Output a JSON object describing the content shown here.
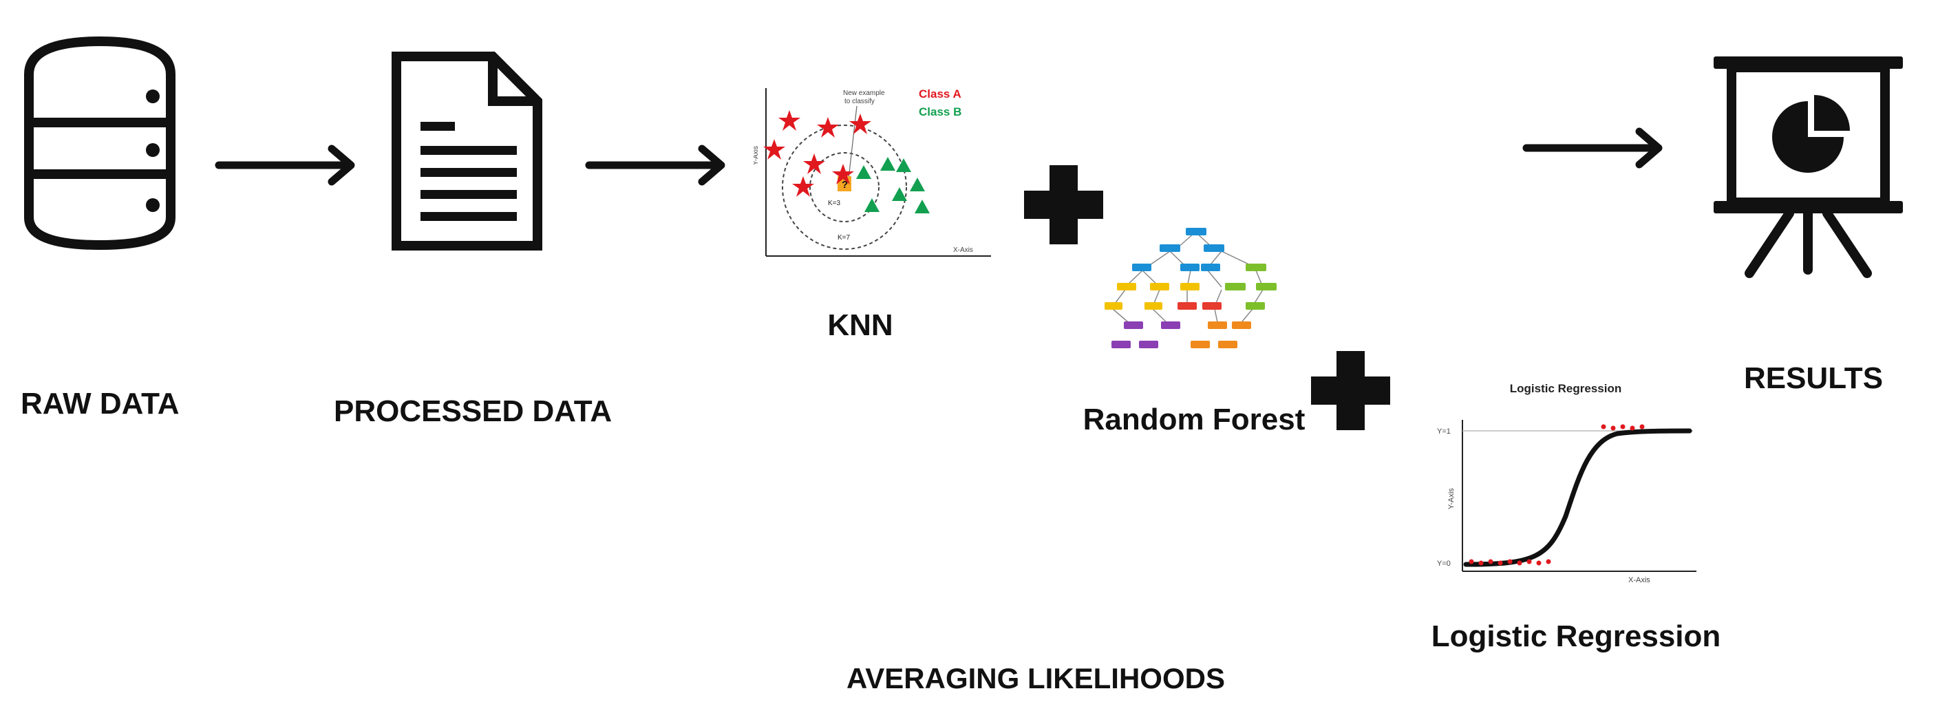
{
  "diagram": {
    "steps": {
      "raw_data": "RAW DATA",
      "processed_data": "PROCESSED DATA",
      "knn": "KNN",
      "random_forest": "Random Forest",
      "logistic_regression": "Logistic Regression",
      "results": "RESULTS"
    },
    "caption": "AVERAGING LIKELIHOODS",
    "knn_plot": {
      "annotation_line1": "New example",
      "annotation_line2": "to classify",
      "class_a": "Class A",
      "class_b": "Class B",
      "k3": "K=3",
      "k7": "K=7",
      "query": "?",
      "y_axis": "Y-Axis",
      "x_axis": "X-Axis"
    },
    "logreg_plot": {
      "title": "Logistic Regression",
      "y1": "Y=1",
      "y0": "Y=0",
      "y_axis": "Y-Axis",
      "x_axis": "X-Axis"
    },
    "colors": {
      "ink": "#111111",
      "class_a": "#e0191f",
      "class_b": "#12a050",
      "query": "#f5a623",
      "tree_blue": "#1a8fd6",
      "tree_green": "#7dbf2a",
      "tree_yellow": "#f2c200",
      "tree_orange": "#f08a1c",
      "tree_purple": "#8a3fb3",
      "tree_red": "#e63b2e"
    }
  }
}
